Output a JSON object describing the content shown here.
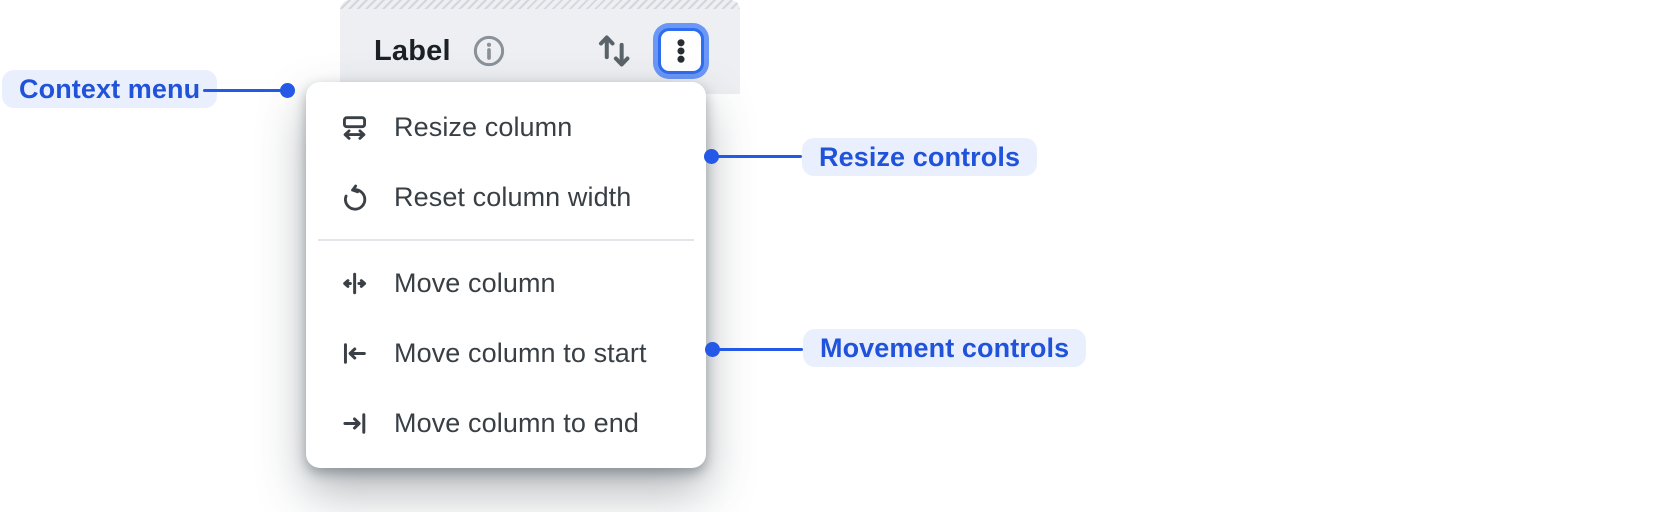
{
  "header": {
    "column_label": "Label",
    "icons": {
      "info": "info-icon",
      "sort": "sort-ascending-descending-icon",
      "more": "kebab-menu-icon"
    }
  },
  "context_menu": {
    "sections": [
      {
        "name": "resize-controls",
        "items": [
          {
            "icon": "resize-column-icon",
            "label": "Resize column"
          },
          {
            "icon": "reset-column-width-icon",
            "label": "Reset column width"
          }
        ]
      },
      {
        "name": "movement-controls",
        "items": [
          {
            "icon": "move-column-icon",
            "label": "Move column"
          },
          {
            "icon": "move-column-to-start-icon",
            "label": "Move column to start"
          },
          {
            "icon": "move-column-to-end-icon",
            "label": "Move column to end"
          }
        ]
      }
    ]
  },
  "annotations": [
    {
      "id": "context-menu",
      "label": "Context menu",
      "side": "left"
    },
    {
      "id": "resize-controls",
      "label": "Resize controls",
      "side": "right"
    },
    {
      "id": "movement-controls",
      "label": "Movement controls",
      "side": "right"
    }
  ],
  "colors": {
    "header_bg": "#edeff2",
    "menu_bg": "#ffffff",
    "menu_text": "#383f45",
    "icon_stroke": "#3a4046",
    "divider": "#e4e6e9",
    "annotation_text": "#2052da",
    "annotation_bg": "#e9effd",
    "connector_blue": "#2458e6",
    "focus_ring": "#2e6cf0",
    "focus_halo": "#6b97f6"
  }
}
